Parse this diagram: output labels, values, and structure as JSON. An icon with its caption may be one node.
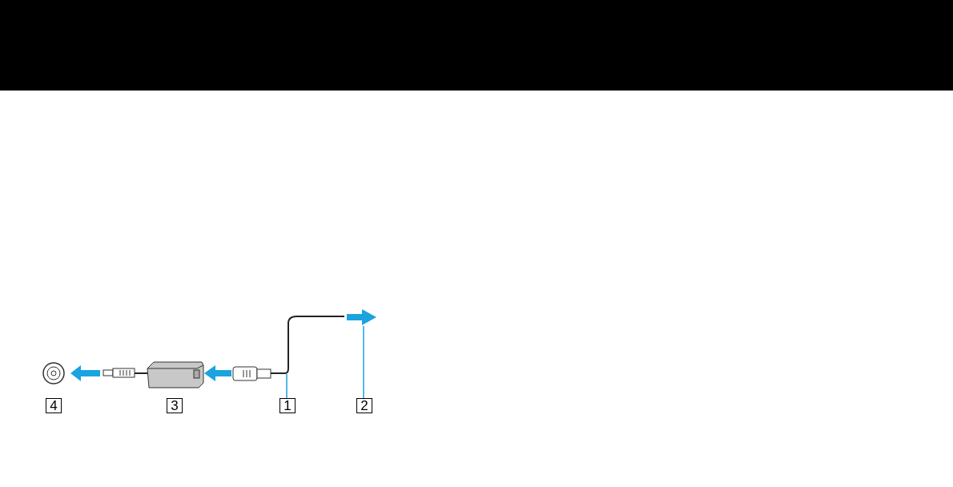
{
  "diagram": {
    "nodes": [
      {
        "text": [
          "4"
        ]
      },
      {
        "text": [
          "3"
        ]
      },
      {
        "text": [
          "1"
        ]
      },
      {
        "text": [],
        "shape": "cable"
      },
      {
        "text": [
          "2"
        ]
      },
      {
        "text": [],
        "shape": "arrow"
      }
    ],
    "edges": [
      {
        "from": 2,
        "to": 3,
        "arrow": "none"
      },
      {
        "from": 4,
        "to": 5,
        "arrow": "none"
      }
    ]
  }
}
